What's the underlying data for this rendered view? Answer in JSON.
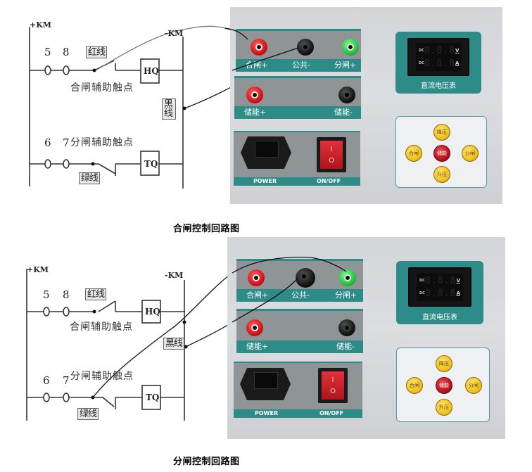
{
  "figures": [
    {
      "id": "closing",
      "caption": "合闸控制回路图",
      "diagram": {
        "bus_positive": "+KM",
        "bus_negative": "-KM",
        "terminal_numbers": [
          "5",
          "8",
          "6",
          "7"
        ],
        "wire_tags": {
          "red": "红线",
          "black": "黑线",
          "green": "绿线"
        },
        "close_contact_label": "合闸辅助触点",
        "open_contact_label": "分闸辅助触点",
        "coil_close": "HQ",
        "coil_trip": "TQ"
      }
    },
    {
      "id": "opening",
      "caption": "分闸控制回路图",
      "diagram": {
        "bus_positive": "+KM",
        "bus_negative": "-KM",
        "terminal_numbers": [
          "5",
          "8",
          "6",
          "7"
        ],
        "wire_tags": {
          "red": "红线",
          "black": "黑线",
          "green": "绿线"
        },
        "close_contact_label": "合闸辅助触点",
        "open_contact_label": "分闸辅助触点",
        "coil_close": "HQ",
        "coil_trip": "TQ"
      }
    }
  ],
  "panel": {
    "jacks_top": [
      {
        "label": "合闸+",
        "color": "red"
      },
      {
        "label": "公共-",
        "color": "black"
      },
      {
        "label": "分闸+",
        "color": "green"
      }
    ],
    "jacks_bottom": [
      {
        "label": "储能+",
        "color": "red"
      },
      {
        "label": "储能-",
        "color": "black"
      }
    ],
    "power_label": "POWER",
    "switch_label": "ON/OFF",
    "switch_on_symbol": "I",
    "switch_off_symbol": "O",
    "meter": {
      "title": "直流电压表",
      "rows": [
        {
          "mode": "DC",
          "digits": "8.8.8",
          "unit": "V"
        },
        {
          "mode": "DC",
          "digits": "8.8.8",
          "unit": "A"
        }
      ]
    },
    "keypad": {
      "up": "降压",
      "left": "合闸",
      "center": "储能",
      "right": "分闸",
      "down": "升压"
    }
  },
  "colors": {
    "teal": "#2e8c88",
    "jack_red": "#d3141a",
    "jack_green": "#26c23f",
    "key_yellow": "#f2c21b",
    "key_red": "#b8131d"
  }
}
